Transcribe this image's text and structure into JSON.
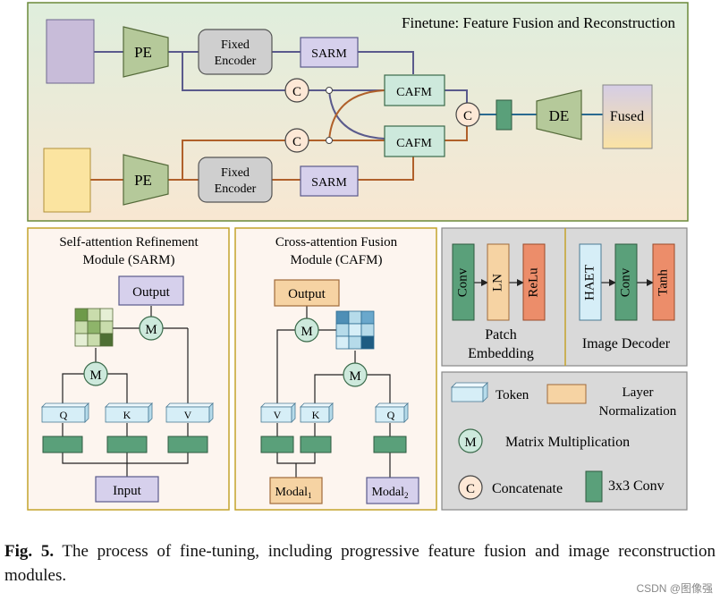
{
  "finetune": {
    "title": "Finetune: Feature Fusion and Reconstruction"
  },
  "blocks": {
    "pe": "PE",
    "fixed_encoder_l1": "Fixed",
    "fixed_encoder_l2": "Encoder",
    "sarm": "SARM",
    "cafm": "CAFM",
    "concat": "C",
    "de": "DE",
    "fused": "Fused"
  },
  "sarm_panel": {
    "title_l1": "Self-attention Refinement",
    "title_l2": "Module (SARM)",
    "output": "Output",
    "input": "Input",
    "mul": "M",
    "q": "Q",
    "k": "K",
    "v": "V"
  },
  "cafm_panel": {
    "title_l1": "Cross-attention Fusion",
    "title_l2": "Module (CAFM)",
    "output": "Output",
    "mul": "M",
    "v": "V",
    "k": "K",
    "q": "Q",
    "modal1": "Modal",
    "modal1_sub": "1",
    "modal2": "Modal",
    "modal2_sub": "2"
  },
  "patch_embedding": {
    "conv": "Conv",
    "ln": "LN",
    "relu": "ReLu",
    "label_l1": "Patch",
    "label_l2": "Embedding"
  },
  "image_decoder": {
    "haet": "HAET",
    "conv": "Conv",
    "tanh": "Tanh",
    "label": "Image Decoder"
  },
  "legend": {
    "token": "Token",
    "layernorm_l1": "Layer",
    "layernorm_l2": "Normalization",
    "m_symbol": "M",
    "matmul": "Matrix Multiplication",
    "c_symbol": "C",
    "concat": "Concatenate",
    "conv3": "3x3 Conv"
  },
  "caption": {
    "fig": "Fig. 5.",
    "text": " The process of fine-tuning, including progressive feature fusion and image reconstruction modules."
  },
  "watermark": "CSDN @图像强",
  "colors": {
    "purple_line": "#5a5a8c",
    "orange_line": "#b0602a",
    "pe_green": "#b5c99a",
    "conv_green": "#5aa07a",
    "token_blue": "#d6eef7",
    "ln_orange": "#f6d3a3",
    "relu_red": "#ec8d6a",
    "panel_border": "#c4a32c",
    "gray_panel": "#d9d9d9"
  }
}
